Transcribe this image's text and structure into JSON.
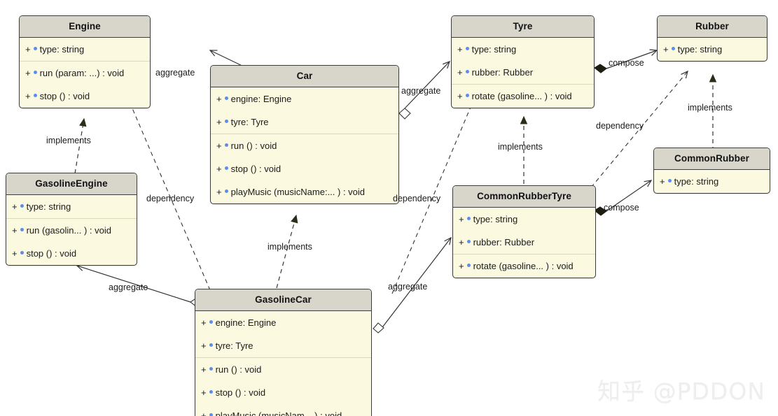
{
  "diagram": {
    "type": "uml-class-diagram",
    "watermark": "知乎 @PDDON",
    "colors": {
      "class_body": "#fbf9e0",
      "class_header": "#d8d6cb",
      "border": "#3c3c3c",
      "member_dot": "#5b8def",
      "edge": "#333333"
    }
  },
  "classes": [
    {
      "id": "engine",
      "name": "Engine",
      "attributes": [
        "type: string"
      ],
      "methods": [
        "run (param: ...) : void",
        "stop () : void"
      ],
      "visibility": "+"
    },
    {
      "id": "car",
      "name": "Car",
      "attributes": [
        "engine: Engine",
        "tyre: Tyre"
      ],
      "methods": [
        "run () : void",
        "stop () : void",
        "playMusic (musicName:... ) : void"
      ],
      "visibility": "+"
    },
    {
      "id": "tyre",
      "name": "Tyre",
      "attributes": [
        "type: string",
        "rubber: Rubber"
      ],
      "methods": [
        "rotate (gasoline... ) : void"
      ],
      "visibility": "+"
    },
    {
      "id": "rubber",
      "name": "Rubber",
      "attributes": [
        "type: string"
      ],
      "methods": [],
      "visibility": "+"
    },
    {
      "id": "gasoline-engine",
      "name": "GasolineEngine",
      "attributes": [
        "type: string"
      ],
      "methods": [
        "run (gasolin... ) : void",
        "stop () : void"
      ],
      "visibility": "+"
    },
    {
      "id": "common-rubber-tyre",
      "name": "CommonRubberTyre",
      "attributes": [
        "type: string",
        "rubber: Rubber"
      ],
      "methods": [
        "rotate (gasoline... ) : void"
      ],
      "visibility": "+"
    },
    {
      "id": "common-rubber",
      "name": "CommonRubber",
      "attributes": [
        "type: string"
      ],
      "methods": [],
      "visibility": "+"
    },
    {
      "id": "gasoline-car",
      "name": "GasolineCar",
      "attributes": [
        "engine: Engine",
        "tyre: Tyre"
      ],
      "methods": [
        "run () : void",
        "stop () : void",
        "playMusic (musicNam...  ) : void"
      ],
      "visibility": "+"
    }
  ],
  "relationships": [
    {
      "id": "car-engine-aggregate",
      "label": "aggregate",
      "from": "car",
      "to": "engine",
      "kind": "aggregation"
    },
    {
      "id": "car-tyre-aggregate",
      "label": "aggregate",
      "from": "car",
      "to": "tyre",
      "kind": "aggregation"
    },
    {
      "id": "tyre-rubber-compose",
      "label": "compose",
      "from": "tyre",
      "to": "rubber",
      "kind": "composition"
    },
    {
      "id": "gasolineengine-engine-implements",
      "label": "implements",
      "from": "gasoline-engine",
      "to": "engine",
      "kind": "realization"
    },
    {
      "id": "gasolinecar-car-implements",
      "label": "implements",
      "from": "gasoline-car",
      "to": "car",
      "kind": "realization"
    },
    {
      "id": "commonrubbertyre-tyre-implements",
      "label": "implements",
      "from": "common-rubber-tyre",
      "to": "tyre",
      "kind": "realization"
    },
    {
      "id": "commonrubber-rubber-implements",
      "label": "implements",
      "from": "common-rubber",
      "to": "rubber",
      "kind": "realization"
    },
    {
      "id": "gasolinecar-engine-dependency",
      "label": "dependency",
      "from": "gasoline-car",
      "to": "engine",
      "kind": "dependency"
    },
    {
      "id": "gasolinecar-tyre-dependency",
      "label": "dependency",
      "from": "gasoline-car",
      "to": "tyre",
      "kind": "dependency"
    },
    {
      "id": "commonrubbertyre-rubber-dependency",
      "label": "dependency",
      "from": "common-rubber-tyre",
      "to": "rubber",
      "kind": "dependency"
    },
    {
      "id": "gasolinecar-gasolineengine-aggregate",
      "label": "aggregate",
      "from": "gasoline-car",
      "to": "gasoline-engine",
      "kind": "aggregation"
    },
    {
      "id": "gasolinecar-commonrubbertyre-aggregate",
      "label": "aggregate",
      "from": "gasoline-car",
      "to": "common-rubber-tyre",
      "kind": "aggregation"
    },
    {
      "id": "commonrubbertyre-commonrubber-compose",
      "label": "compose",
      "from": "common-rubber-tyre",
      "to": "common-rubber",
      "kind": "composition"
    }
  ]
}
